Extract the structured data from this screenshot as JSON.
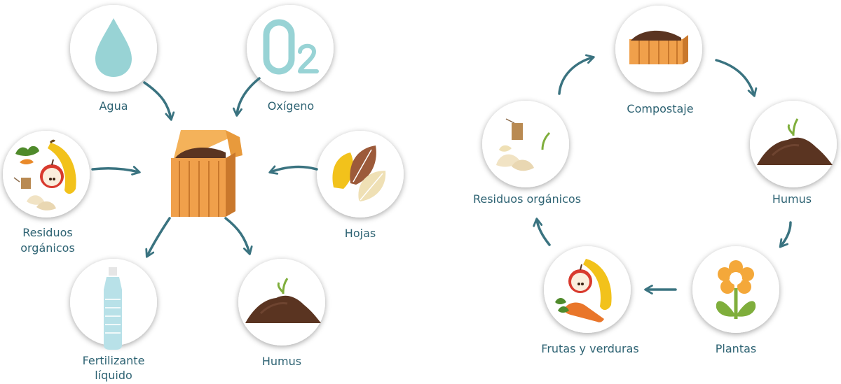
{
  "left_diagram": {
    "inputs": {
      "water": "Agua",
      "oxygen": "Oxígeno",
      "organic_waste_line1": "Residuos",
      "organic_waste_line2": "orgánicos",
      "leaves": "Hojas"
    },
    "outputs": {
      "fertilizer_line1": "Fertilizante",
      "fertilizer_line2": "líquido",
      "humus": "Humus"
    },
    "oxygen_icon_text": "O2"
  },
  "cycle_diagram": {
    "steps": [
      "Compostaje",
      "Humus",
      "Plantas",
      "Frutas y verduras",
      "Residuos orgánicos"
    ]
  },
  "colors": {
    "label": "#2e6373",
    "arrow": "#3a7380",
    "bin": "#f0a04b",
    "bin_dark": "#c9782c",
    "soil": "#5a3421",
    "water_drop": "#98d3d5",
    "sprout": "#7fae3c"
  },
  "icons": [
    "water-drop-icon",
    "oxygen-icon",
    "organic-waste-icon",
    "leaves-icon",
    "compost-bin-icon",
    "water-bottle-icon",
    "soil-pile-icon",
    "flower-icon",
    "fruit-vegetables-icon"
  ]
}
